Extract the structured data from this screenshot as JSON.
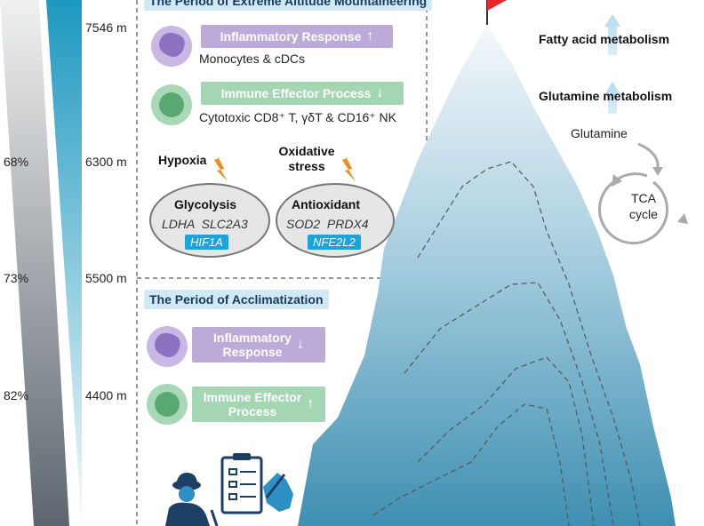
{
  "left_scale": {
    "percents": [
      "68%",
      "73%",
      "82%"
    ],
    "altitudes": [
      "7546 m",
      "6300 m",
      "5500 m",
      "4400 m"
    ]
  },
  "top_period": {
    "title": "The Period of Extreme Altitude Mountaineering",
    "inflammatory": {
      "label": "Inflammatory Response",
      "arrow": "↑",
      "cells": "Monocytes & cDCs"
    },
    "immune": {
      "label": "Immune Effector Process",
      "arrow": "↓",
      "cells": "Cytotoxic CD8⁺ T, γδT & CD16⁺ NK"
    },
    "hypoxia": "Hypoxia",
    "oxidative": "Oxidative stress",
    "glycolysis": {
      "label": "Glycolysis",
      "genes": "LDHA  SLC2A3",
      "badge": "HIF1A"
    },
    "antioxidant": {
      "label": "Antioxidant",
      "genes": "SOD2  PRDX4",
      "badge": "NFE2L2"
    }
  },
  "acclimatization": {
    "title": "The Period of Acclimatization",
    "inflammatory": {
      "line1": "Inflammatory",
      "line2": "Response",
      "arrow": "↓"
    },
    "immune": {
      "line1": "Immune Effector",
      "line2": "Process",
      "arrow": "↑"
    }
  },
  "metabolism": {
    "fatty": "Fatty acid metabolism",
    "glutamine": "Glutamine metabolism",
    "glutamine_label": "Glutamine",
    "tca_line1": "TCA",
    "tca_line2": "cycle"
  },
  "colors": {
    "inflammatory_pill": "#bcaad9",
    "immune_pill": "#a5d6b3",
    "cell_purple": "#b59fd6",
    "cell_green": "#6dbb86",
    "flag": "#e8262a",
    "arrow_red": "#d7262a"
  }
}
